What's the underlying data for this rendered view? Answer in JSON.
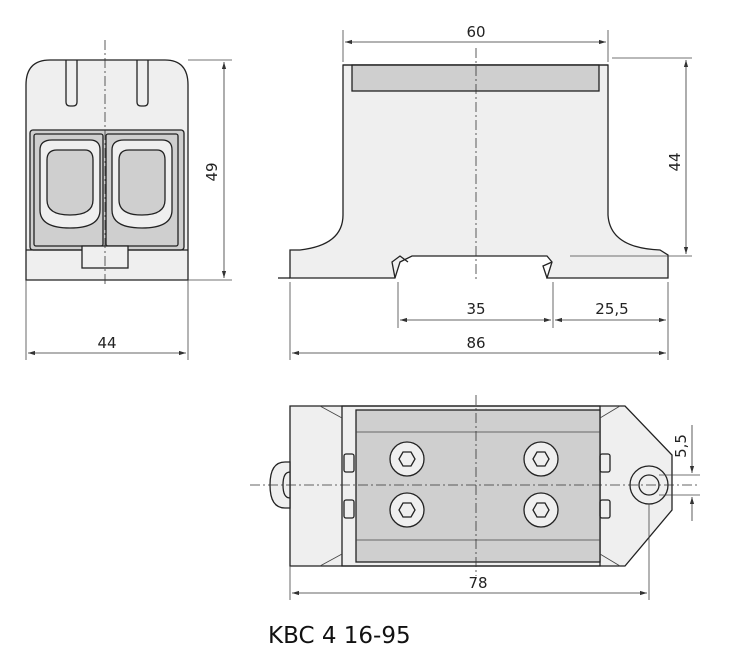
{
  "front_view": {
    "width_label": "44",
    "height_label": "49"
  },
  "side_view": {
    "top_width_label": "60",
    "height_label": "44",
    "mid_label": "35",
    "right_label": "25,5",
    "total_label": "86"
  },
  "top_view": {
    "width_label": "78",
    "hole_label": "5,5"
  },
  "model_label": "KBC 4 16-95"
}
